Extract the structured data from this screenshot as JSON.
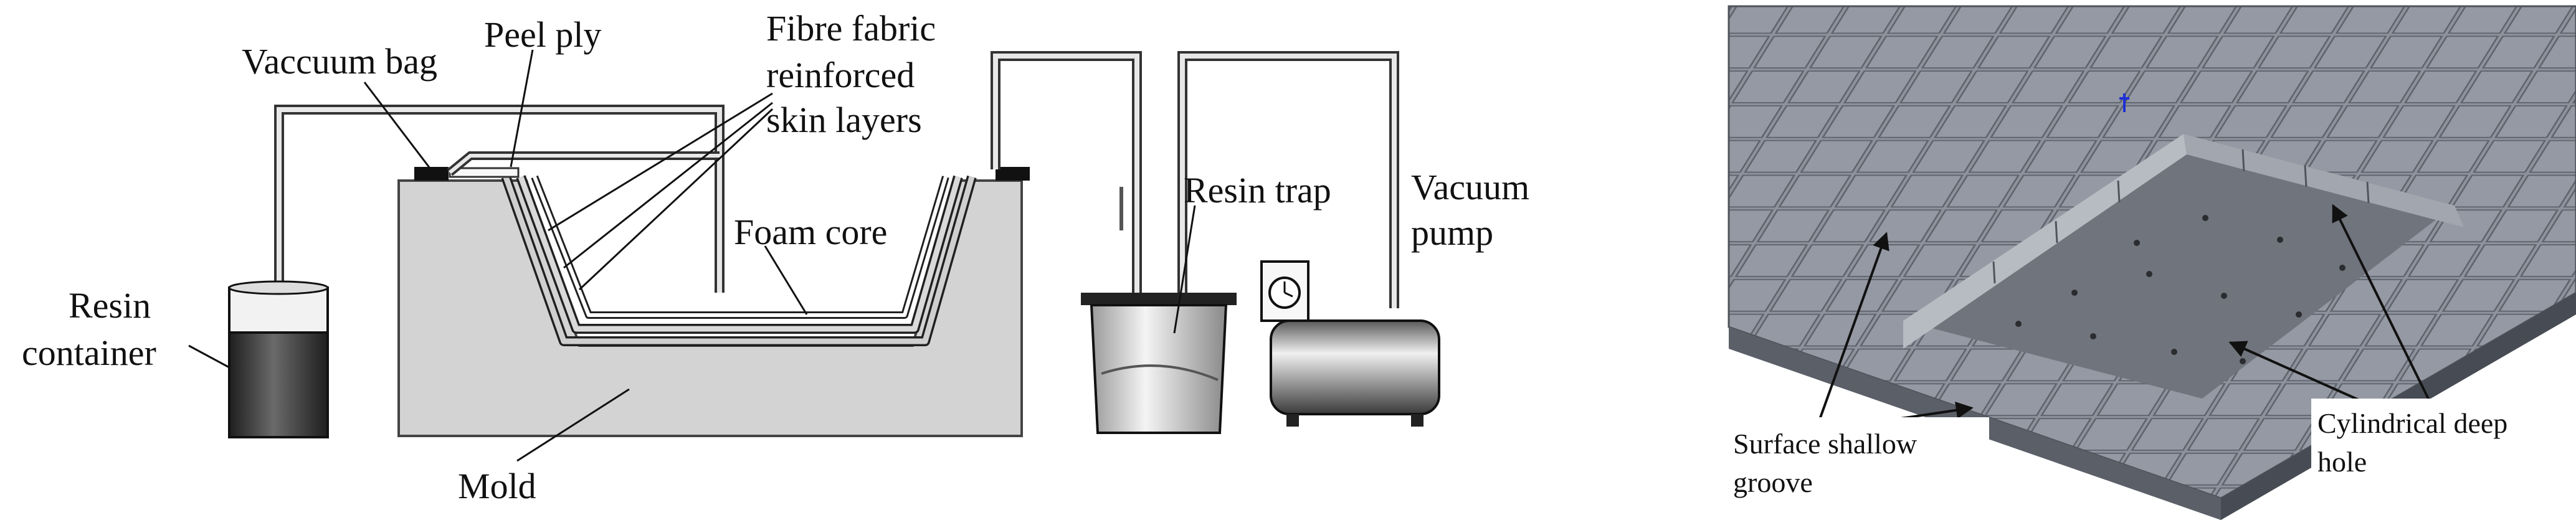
{
  "left_figure": {
    "labels": {
      "vacuum_bag": "Vaccuum bag",
      "peel_ply": "Peel ply",
      "fibre_line1": "Fibre fabric",
      "fibre_line2": "reinforced",
      "fibre_line3": "skin layers",
      "resin_line1": "Resin",
      "resin_line2": "container",
      "foam_core": "Foam core",
      "resin_trap": "Resin trap",
      "vacuum_line1": "Vacuum",
      "vacuum_line2": "pump",
      "mold": "Mold"
    },
    "colors": {
      "mold_fill": "#d3d3d3",
      "container_dark": "#2b2b2b",
      "pipe": "#555555"
    }
  },
  "right_figure": {
    "labels": {
      "surface_line1": "Surface shallow",
      "surface_line2": "groove",
      "cyl_line1": "Cylindrical deep",
      "cyl_line2": "hole"
    },
    "colors": {
      "panel_top": "#8a8f99",
      "panel_side": "#5c616a",
      "recess": "#6f737b"
    }
  }
}
